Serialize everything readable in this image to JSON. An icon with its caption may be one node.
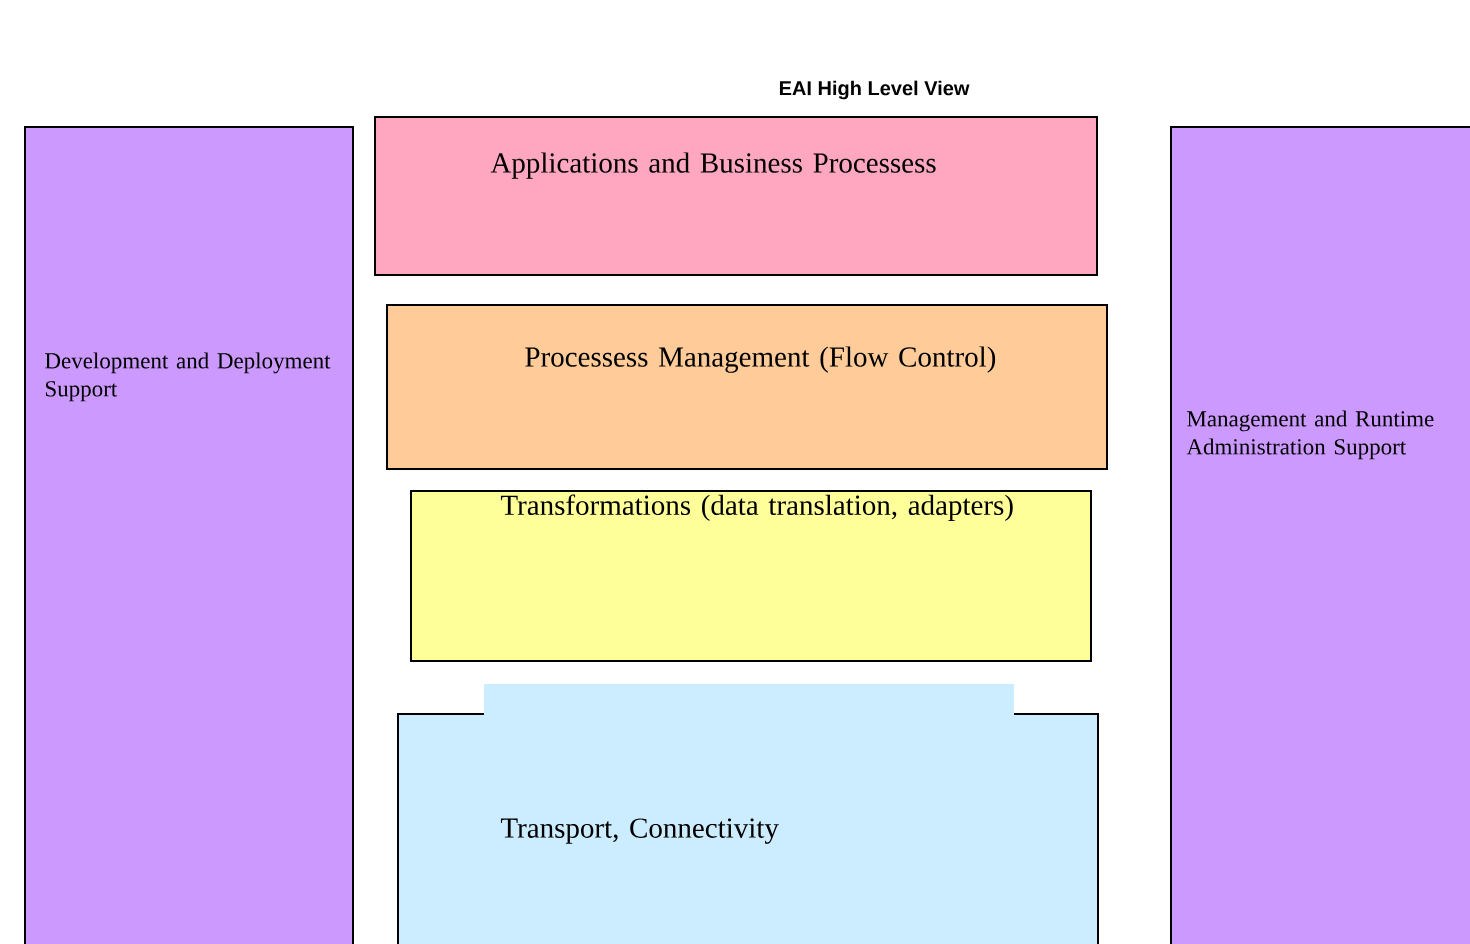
{
  "diagram": {
    "title": "EAI  High Level View",
    "nodes": [
      {
        "text": [
          "Development and Deployment Support"
        ]
      },
      {
        "text": [
          "Applications and Business Processess"
        ]
      },
      {
        "text": [
          "Processess Management (Flow Control)"
        ]
      },
      {
        "text": [
          "Transformations (data translation, adapters)"
        ]
      },
      {
        "text": [
          "Transport, Connectivity"
        ]
      },
      {
        "text": [
          "Management and Runtime Administration Support"
        ]
      }
    ]
  }
}
